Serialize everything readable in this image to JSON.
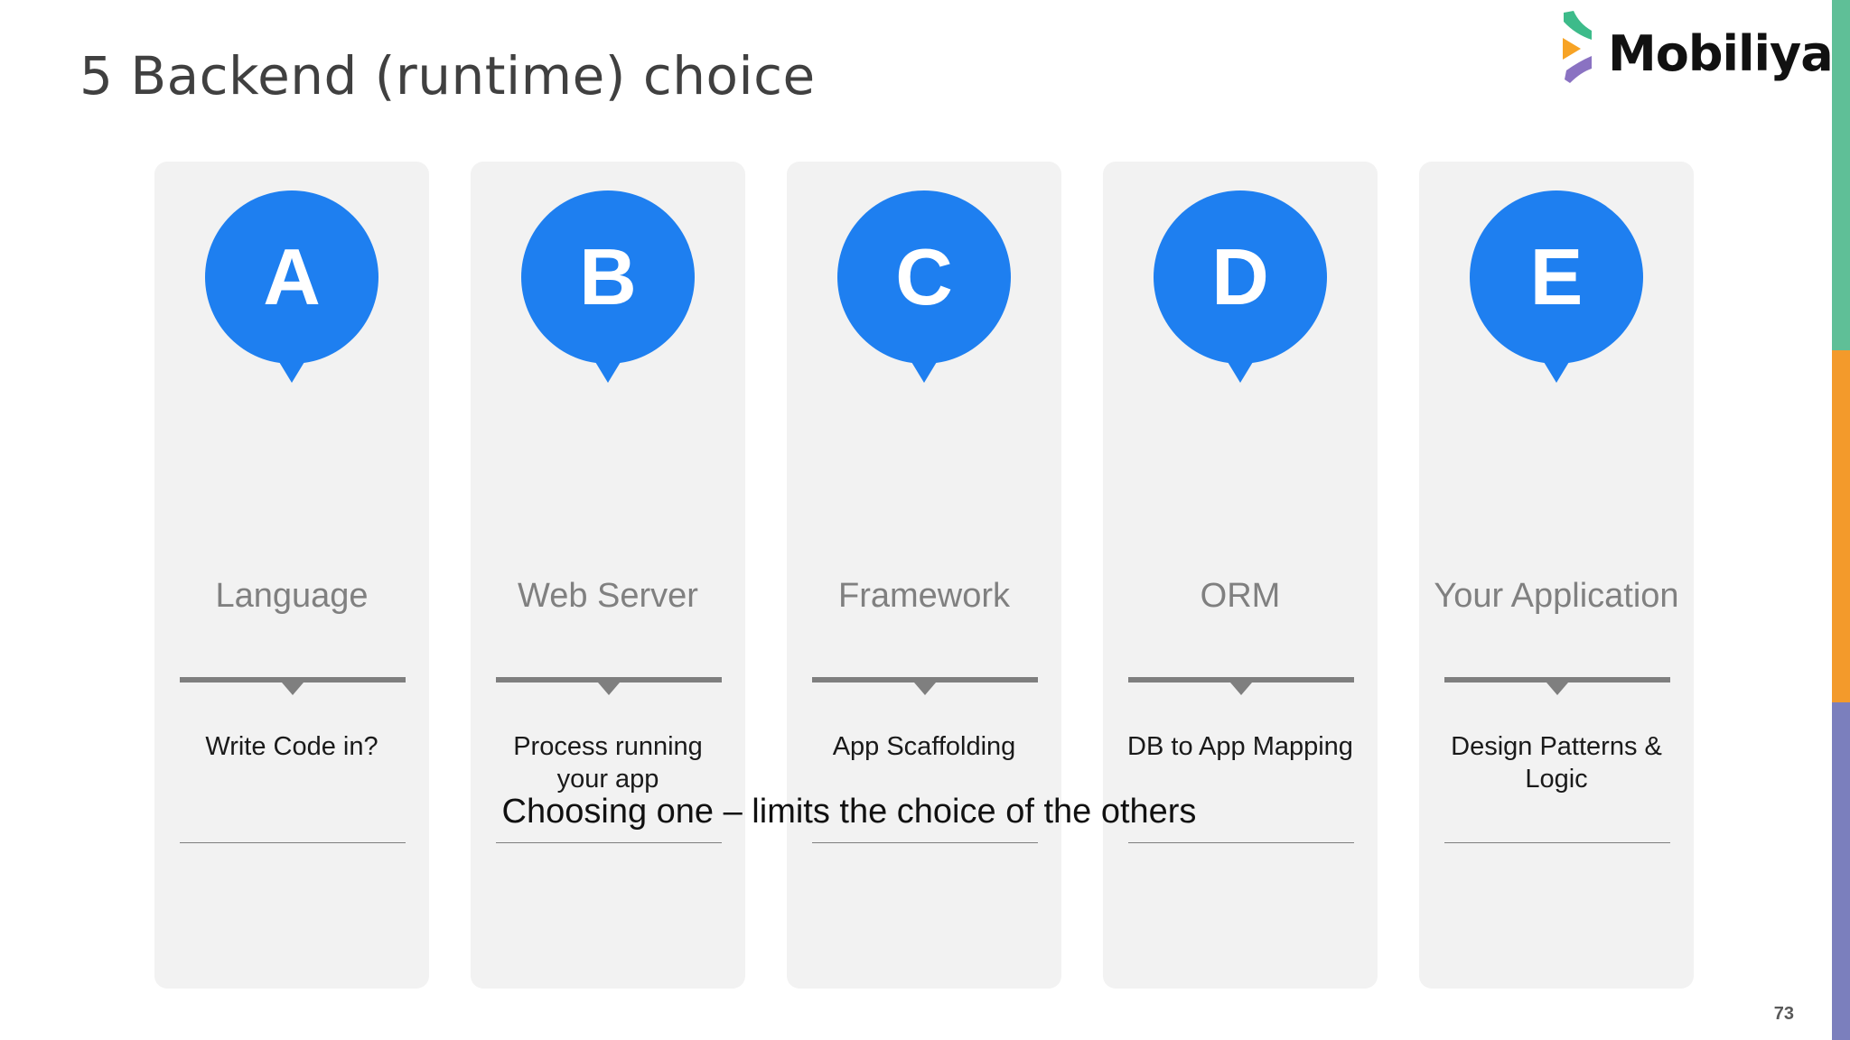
{
  "slide": {
    "title": "5 Backend (runtime) choice",
    "footer": "Choosing one – limits the choice of the others",
    "page_number": "73"
  },
  "logo": {
    "text": "Mobiliya",
    "colors": [
      "#3dbb8a",
      "#f7a325",
      "#8a72c2"
    ]
  },
  "accent_bar": {
    "colors": [
      "#5fbf97",
      "#f39a2b",
      "#7b7fbd"
    ]
  },
  "theme": {
    "bubble_color": "#1e7ff0",
    "card_color": "#f2f2f2",
    "rule_color": "#7f7f7f"
  },
  "cards": [
    {
      "letter": "A",
      "heading": "Language",
      "desc": "Write Code in?"
    },
    {
      "letter": "B",
      "heading": "Web Server",
      "desc": "Process running your app"
    },
    {
      "letter": "C",
      "heading": "Framework",
      "desc": "App Scaffolding"
    },
    {
      "letter": "D",
      "heading": "ORM",
      "desc": "DB to App Mapping"
    },
    {
      "letter": "E",
      "heading": "Your Application",
      "desc": "Design Patterns & Logic"
    }
  ]
}
